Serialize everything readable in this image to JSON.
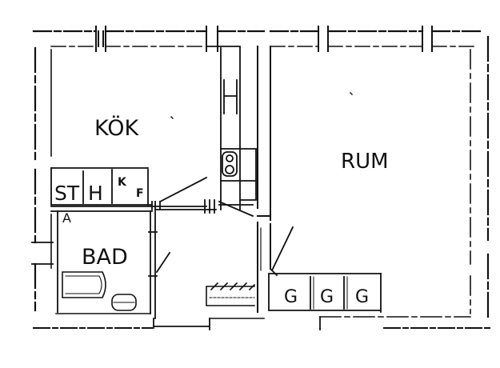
{
  "rooms": {
    "kok": "KÖK",
    "rum": "RUM",
    "bad": "BAD"
  },
  "fixtures": {
    "st": "ST",
    "h": "H",
    "k": "K",
    "f": "F",
    "a": "A",
    "g1": "G",
    "g2": "G",
    "g3": "G"
  },
  "colors": {
    "ink": "#111111",
    "paper": "#ffffff"
  }
}
